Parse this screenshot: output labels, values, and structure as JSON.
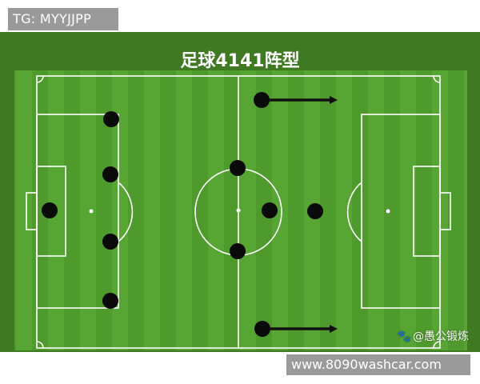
{
  "top_tag": {
    "text": "TG: MYYJJPP"
  },
  "diagram": {
    "title": "足球4141阵型"
  },
  "watermark": {
    "icon": "paw-icon",
    "text": "@愚公锻炼"
  },
  "bottom_tag": {
    "text": "www.8090washcar.com"
  },
  "colors": {
    "grass": "#3f7a22",
    "player": "#0a0a0a",
    "line": "#ffffff",
    "arrow": "#111111"
  }
}
